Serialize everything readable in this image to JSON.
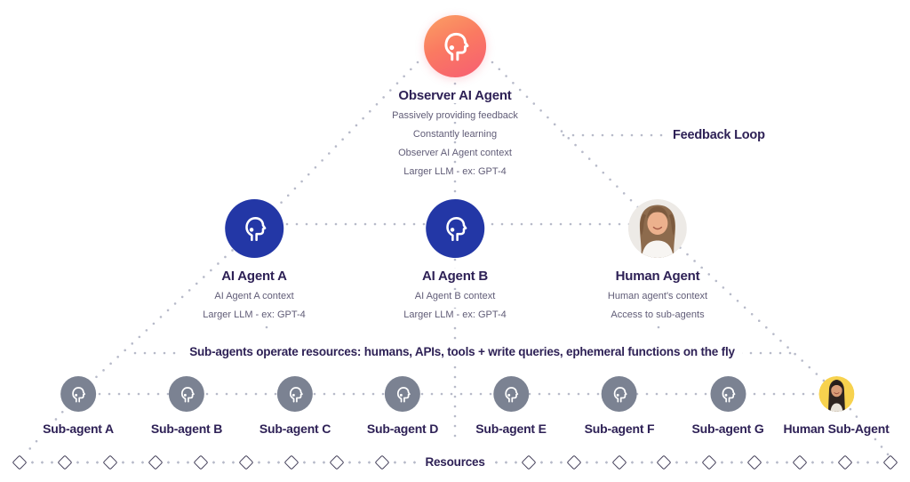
{
  "colors": {
    "orange_gradient_start": "#fba064",
    "orange_gradient_end": "#f75d73",
    "ai_blue": "#2337a6",
    "sub_agent_gray": "#7b8292",
    "title_purple": "#2e2156",
    "context_gray": "#605c77",
    "dotted_line": "#b7bac9",
    "human_sub_agent_bg": "#f7d24e"
  },
  "observer": {
    "title": "Observer AI Agent",
    "lines": [
      "Passively providing feedback",
      "Constantly learning",
      "Observer AI Agent context",
      "Larger LLM - ex: GPT-4"
    ]
  },
  "feedback_label": "Feedback Loop",
  "mid_agents": [
    {
      "title": "AI Agent A",
      "lines": [
        "AI Agent A context",
        "Larger LLM - ex: GPT-4"
      ]
    },
    {
      "title": "AI Agent B",
      "lines": [
        "AI Agent B context",
        "Larger LLM - ex: GPT-4"
      ]
    },
    {
      "title": "Human Agent",
      "lines": [
        "Human agent's context",
        "Access to sub-agents"
      ]
    }
  ],
  "sub_agents_note": "Sub-agents operate resources: humans, APIs, tools + write queries, ephemeral functions on the fly",
  "sub_agents": [
    {
      "label": "Sub-agent A"
    },
    {
      "label": "Sub-agent B"
    },
    {
      "label": "Sub-agent C"
    },
    {
      "label": "Sub-agent D"
    },
    {
      "label": "Sub-agent E"
    },
    {
      "label": "Sub-agent F"
    },
    {
      "label": "Sub-agent G"
    },
    {
      "label": "Human Sub-Agent"
    }
  ],
  "resources_label": "Resources"
}
